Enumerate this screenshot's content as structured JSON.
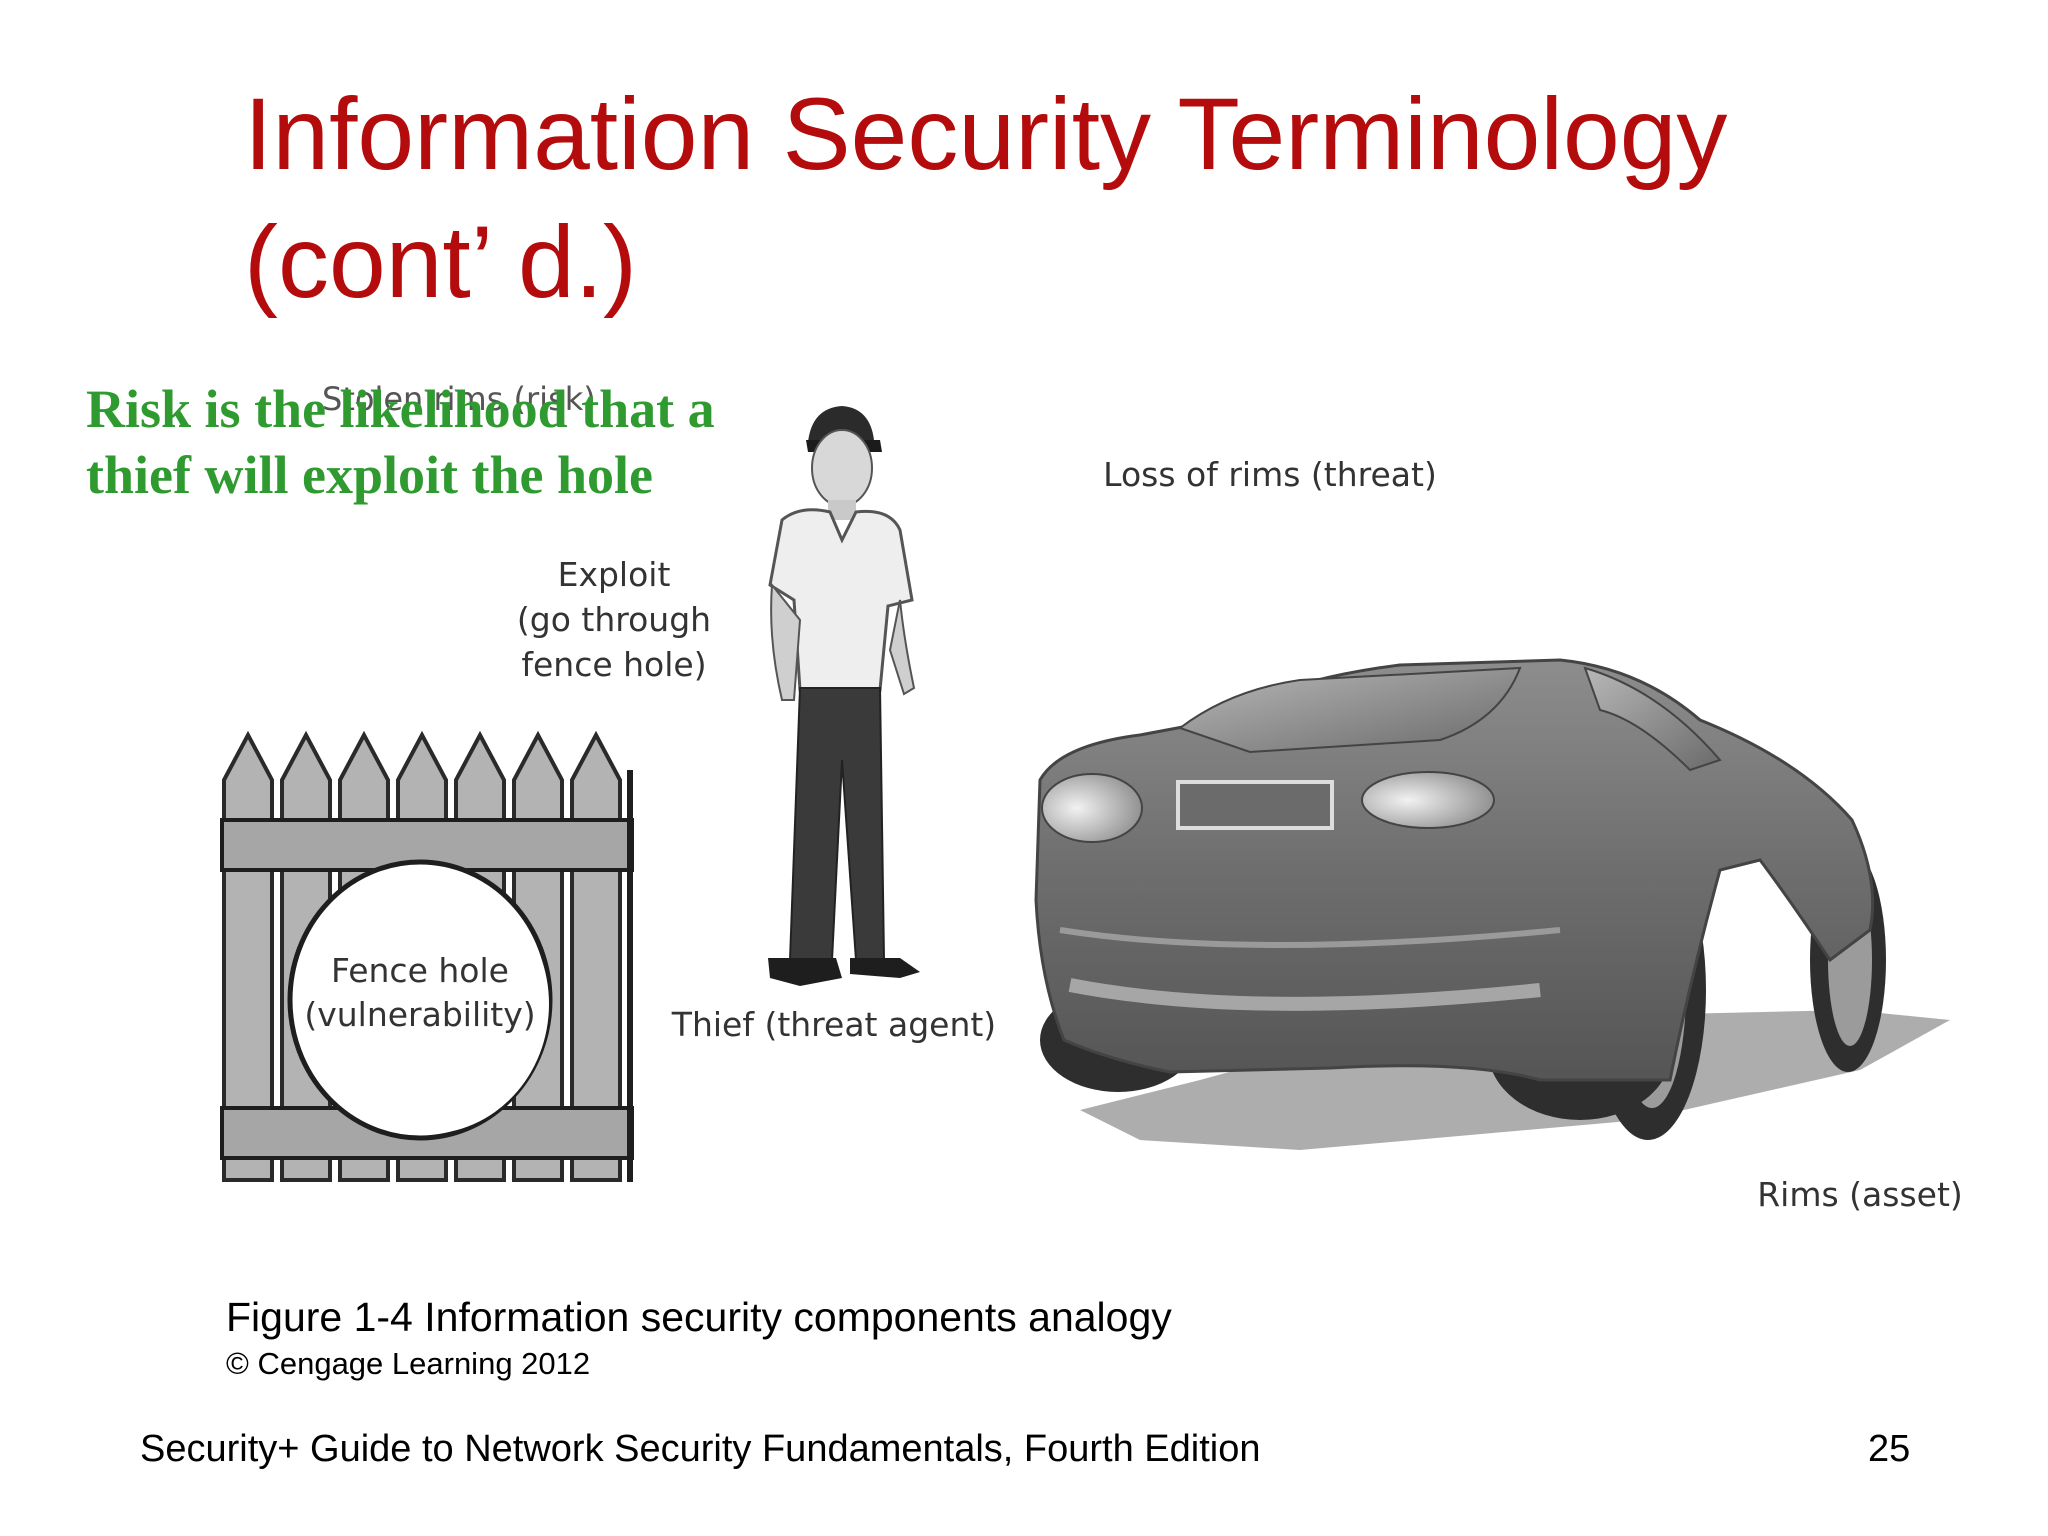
{
  "slide": {
    "title_line1": "Information Security Terminology",
    "title_line2": "(cont’ d.)",
    "overlay_note_line1": "Risk is the likelihood that a",
    "overlay_note_line2": "thief will exploit the hole",
    "caption": "Figure 1-4 Information security components analogy",
    "copyright": "© Cengage Learning 2012",
    "footer": "Security+ Guide to Network Security Fundamentals, Fourth Edition",
    "page_number": "25"
  },
  "figure": {
    "label_stolen_rims": "Stolen rims (risk)",
    "label_loss_of_rims": "Loss of rims (threat)",
    "label_exploit_1": "Exploit",
    "label_exploit_2": "(go through",
    "label_exploit_3": "fence hole)",
    "label_fence_hole_1": "Fence hole",
    "label_fence_hole_2": "(vulnerability)",
    "label_thief": "Thief (threat agent)",
    "label_rims": "Rims (asset)"
  }
}
